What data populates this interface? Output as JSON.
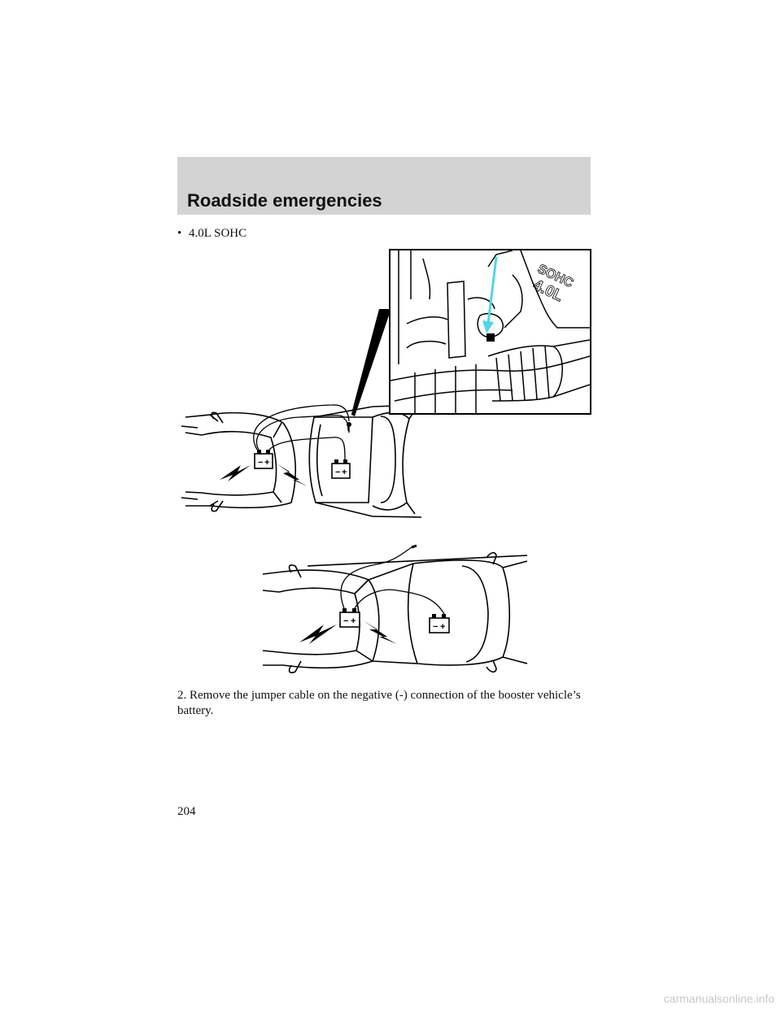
{
  "header": {
    "section_title": "Roadside emergencies"
  },
  "bullet": {
    "symbol": "•",
    "text": "4.0L SOHC"
  },
  "inset": {
    "engine_badge_line1": "SOHC",
    "engine_badge_line2": "4.0L",
    "arrow_color": "#4fd6e6"
  },
  "battery": {
    "minus": "−",
    "plus": "+"
  },
  "step": {
    "text": "2. Remove the jumper cable on the negative (-) connection of the booster vehicle’s battery."
  },
  "footer": {
    "page_number": "204"
  },
  "watermark": {
    "text": "carmanualsonline.info"
  }
}
